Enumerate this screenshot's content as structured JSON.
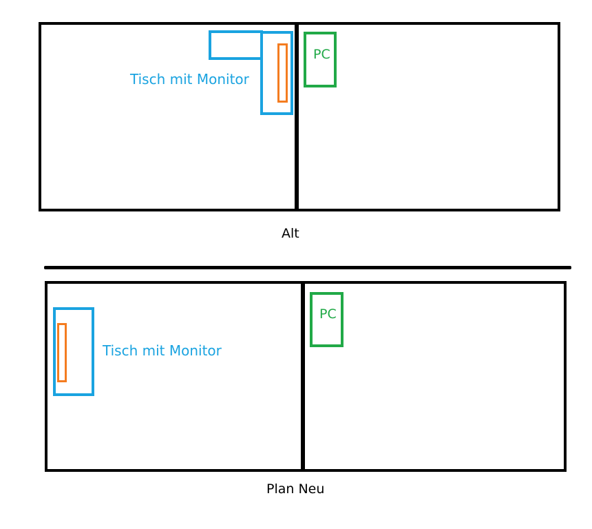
{
  "alt": {
    "caption": "Alt",
    "desk_label": "Tisch mit Monitor",
    "pc_label": "PC"
  },
  "neu": {
    "caption": "Plan Neu",
    "desk_label": "Tisch mit Monitor",
    "pc_label": "PC"
  },
  "colors": {
    "wall": "#000000",
    "desk": "#1aa3e0",
    "monitor": "#f47c20",
    "pc": "#21a947"
  }
}
